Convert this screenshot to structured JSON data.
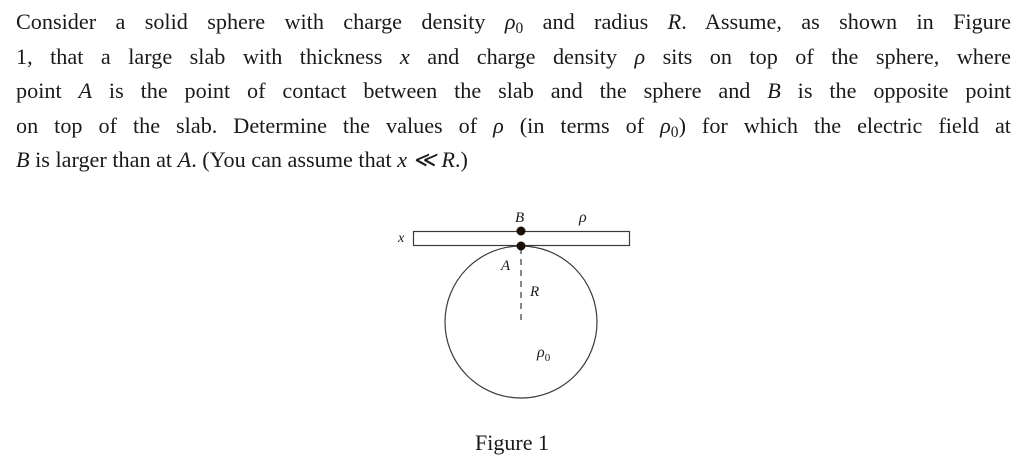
{
  "problem": {
    "lines": [
      [
        "Consider a solid sphere with charge density ",
        {
          "m": "ρ",
          "sub": "0"
        },
        " and radius ",
        {
          "m": "R"
        },
        ". Assume, as shown in Figure"
      ],
      [
        "1, that a large slab with thickness ",
        {
          "m": "x"
        },
        " and charge density ",
        {
          "m": "ρ"
        },
        " sits on top of the sphere, where"
      ],
      [
        "point ",
        {
          "m": "A"
        },
        " is the point of contact between the slab and the sphere and ",
        {
          "m": "B"
        },
        " is the opposite point"
      ],
      [
        "on top of the slab. Determine the values of ",
        {
          "m": "ρ"
        },
        " (in terms of ",
        {
          "m": "ρ",
          "sub": "0"
        },
        ") for which the electric field at"
      ],
      [
        {
          "m": "B"
        },
        " is larger than at ",
        {
          "m": "A"
        },
        ". (You can assume that ",
        {
          "m": "x ≪ R"
        },
        ".)"
      ]
    ]
  },
  "figure": {
    "labels": {
      "slab_thickness": "x",
      "point_top": "B",
      "slab_density": "ρ",
      "point_contact": "A",
      "radius": "R",
      "sphere_density": "ρ",
      "sphere_density_sub": "0"
    },
    "caption": "Figure 1",
    "stroke_color": "#3a3a3a",
    "dot_color": "#1a1008"
  }
}
